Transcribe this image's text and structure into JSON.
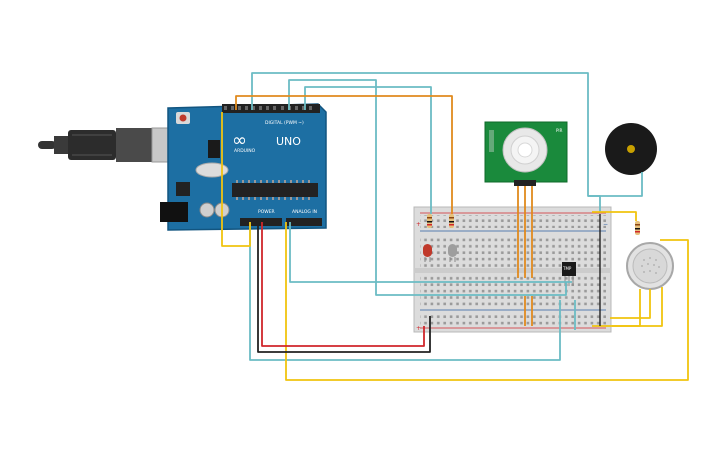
{
  "arduino": {
    "brand": "ARDUINO",
    "model": "UNO",
    "digital_label": "DIGITAL (PWM ~)",
    "power_label": "POWER",
    "analog_label": "ANALOG IN",
    "board_color": "#1d6fa3",
    "logo_symbol": "∞",
    "icon": "arduino-uno-icon"
  },
  "pir_sensor": {
    "label": "PIR",
    "icon": "pir-sensor-icon",
    "color": "#1a8a3c"
  },
  "buzzer": {
    "icon": "piezo-buzzer-icon"
  },
  "gas_sensor": {
    "icon": "gas-sensor-icon"
  },
  "led": {
    "color": "#c0392b",
    "icon": "led-icon"
  },
  "temp_sensor": {
    "label": "TMP",
    "icon": "temperature-sensor-icon"
  },
  "breadboard": {
    "plus": "+",
    "minus": "−",
    "icon": "breadboard-icon"
  },
  "wire_colors": {
    "cyan": "#6bbcc4",
    "orange": "#e08a1e",
    "yellow": "#f1c40f",
    "red": "#d0262b",
    "black": "#222222",
    "usb": "#333333"
  }
}
